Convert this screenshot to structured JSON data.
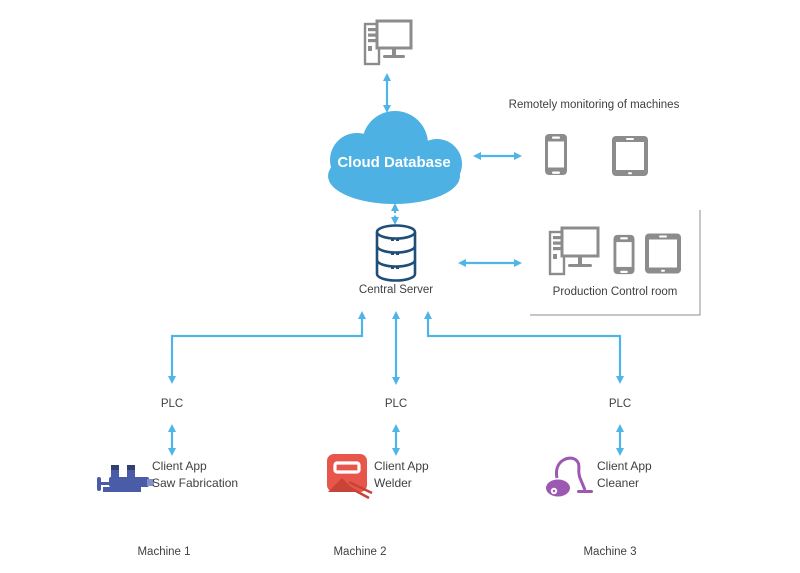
{
  "colors": {
    "arrow": "#4FB5E8",
    "cloud": "#4DB1E3",
    "cloud_text": "#FFFFFF",
    "db_outline": "#1F4E79",
    "icon_gray": "#8C8C8C",
    "text": "#3F3F3F",
    "box_border": "#8C8C8C",
    "vise_blue": "#4A5BA8",
    "welder_red": "#E8564B",
    "vacuum_purple": "#9C59B1"
  },
  "nodes": {
    "remote_client": {
      "icon": "desktop-computer-icon"
    },
    "cloud": {
      "label": "Cloud Database"
    },
    "monitoring": {
      "label": "Remotely monitoring of machines",
      "icons": [
        "smartphone-icon",
        "tablet-icon"
      ]
    },
    "central_server": {
      "label": "Central Server",
      "icon": "database-icon"
    },
    "control_room": {
      "label": "Production Control room",
      "icons": [
        "desktop-computer-icon",
        "smartphone-icon",
        "tablet-icon"
      ]
    },
    "machines": [
      {
        "plc_label": "PLC",
        "app_line1": "Client App",
        "app_line2": "Saw Fabrication",
        "machine_label": "Machine 1",
        "icon": "vise-icon"
      },
      {
        "plc_label": "PLC",
        "app_line1": "Client App",
        "app_line2": "Welder",
        "machine_label": "Machine 2",
        "icon": "welder-mask-icon"
      },
      {
        "plc_label": "PLC",
        "app_line1": "Client App",
        "app_line2": "Cleaner",
        "machine_label": "Machine 3",
        "icon": "vacuum-cleaner-icon"
      }
    ]
  }
}
